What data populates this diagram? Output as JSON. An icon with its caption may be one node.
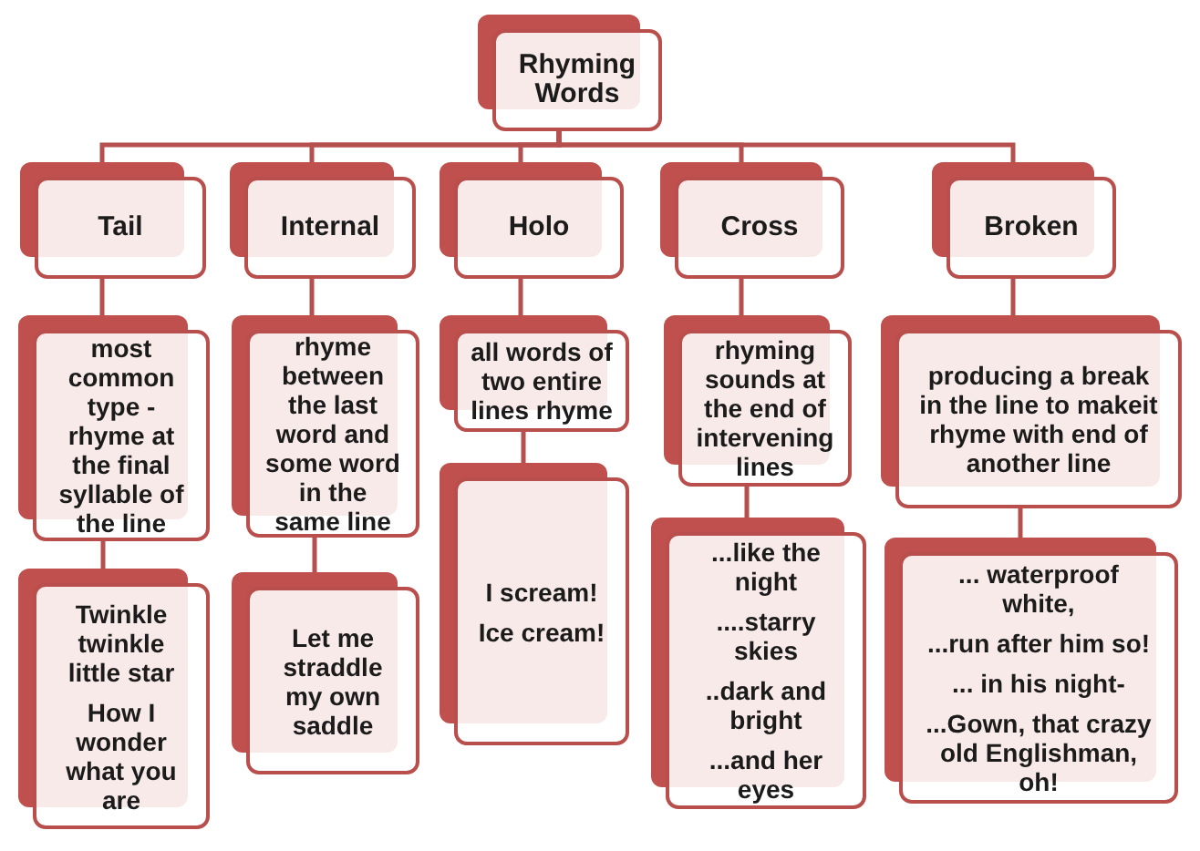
{
  "diagram": {
    "nodes": [
      {
        "text": [
          "Rhyming Words"
        ]
      },
      {
        "text": [
          "Tail"
        ]
      },
      {
        "text": [
          "Internal"
        ]
      },
      {
        "text": [
          "Holo"
        ]
      },
      {
        "text": [
          "Cross"
        ]
      },
      {
        "text": [
          "Broken"
        ]
      },
      {
        "text": [
          "most common type - rhyme at the final syllable of the line"
        ]
      },
      {
        "text": [
          "rhyme between the last word and some word in the same line"
        ]
      },
      {
        "text": [
          "all words of two entire lines rhyme"
        ]
      },
      {
        "text": [
          "rhyming sounds at the end of intervening lines"
        ]
      },
      {
        "text": [
          "producing a break in the line to makeit rhyme with end of another line"
        ]
      },
      {
        "text": [
          "Twinkle twinkle little star",
          "How I wonder what you are"
        ]
      },
      {
        "text": [
          "Let me straddle my own saddle"
        ]
      },
      {
        "text": [
          "I scream!",
          "Ice cream!"
        ]
      },
      {
        "text": [
          "...like the night",
          "....starry skies",
          "..dark and bright",
          "...and her eyes"
        ]
      },
      {
        "text": [
          "... waterproof white,",
          "...run after him so!",
          "... in his night-",
          "...Gown, that crazy old Englishman, oh!"
        ]
      }
    ],
    "edges": [
      {
        "from": 0,
        "to": 1,
        "arrow": "none"
      },
      {
        "from": 0,
        "to": 2,
        "arrow": "none"
      },
      {
        "from": 0,
        "to": 3,
        "arrow": "none"
      },
      {
        "from": 0,
        "to": 4,
        "arrow": "none"
      },
      {
        "from": 0,
        "to": 5,
        "arrow": "none"
      },
      {
        "from": 1,
        "to": 6,
        "arrow": "none"
      },
      {
        "from": 2,
        "to": 7,
        "arrow": "none"
      },
      {
        "from": 3,
        "to": 8,
        "arrow": "none"
      },
      {
        "from": 4,
        "to": 9,
        "arrow": "none"
      },
      {
        "from": 5,
        "to": 10,
        "arrow": "none"
      },
      {
        "from": 6,
        "to": 11,
        "arrow": "none"
      },
      {
        "from": 7,
        "to": 12,
        "arrow": "none"
      },
      {
        "from": 8,
        "to": 13,
        "arrow": "none"
      },
      {
        "from": 9,
        "to": 14,
        "arrow": "none"
      },
      {
        "from": 10,
        "to": 15,
        "arrow": "none"
      }
    ]
  }
}
